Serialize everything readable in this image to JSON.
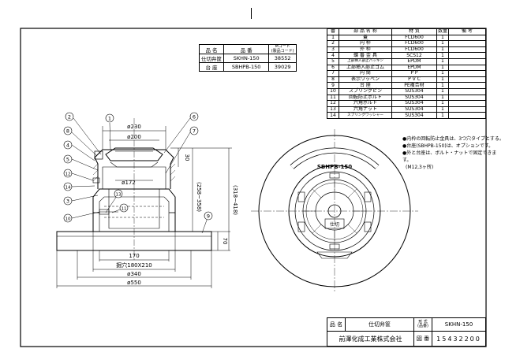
{
  "code_table": {
    "headers": [
      "品 名",
      "品 番",
      "Mコード\n(製品コード)"
    ],
    "header_main": "Mコード",
    "header_sub": "(製品コード)",
    "rows": [
      {
        "name": "仕切弁筐",
        "part": "SKHN-150",
        "code": "38552"
      },
      {
        "name": "台 座",
        "part": "SBHPB-150",
        "code": "39029"
      }
    ]
  },
  "parts_table": {
    "headers": [
      "番",
      "部 品 名 称",
      "材 質",
      "数量",
      "備 考"
    ],
    "rows": [
      {
        "no": "1",
        "name": "蓋",
        "material": "FCD600",
        "qty": "1",
        "note": ""
      },
      {
        "no": "2",
        "name": "内 枠",
        "material": "FCD600",
        "qty": "1",
        "note": ""
      },
      {
        "no": "3",
        "name": "外 枠",
        "material": "FCD600",
        "qty": "1",
        "note": ""
      },
      {
        "no": "4",
        "name": "蝶 番 金 具",
        "material": "SCS12",
        "qty": "1",
        "note": ""
      },
      {
        "no": "5",
        "name": "上部挿入部止パッキン",
        "material": "EPDM",
        "qty": "1",
        "note": ""
      },
      {
        "no": "6",
        "name": "上部挿入部止ゴム",
        "material": "EPDM",
        "qty": "1",
        "note": ""
      },
      {
        "no": "7",
        "name": "内 筒",
        "material": "P P",
        "qty": "1",
        "note": ""
      },
      {
        "no": "8",
        "name": "表示ワッペン",
        "material": "P V C",
        "qty": "1",
        "note": ""
      },
      {
        "no": "9",
        "name": "台 座",
        "material": "PE複合材",
        "qty": "1",
        "note": ""
      },
      {
        "no": "10",
        "name": "スプリングピン",
        "material": "SUS304",
        "qty": "1",
        "note": ""
      },
      {
        "no": "11",
        "name": "回転防止ボルト",
        "material": "SUS304",
        "qty": "1",
        "note": ""
      },
      {
        "no": "12",
        "name": "六角ボルト",
        "material": "SUS304",
        "qty": "1",
        "note": ""
      },
      {
        "no": "13",
        "name": "六角ナット",
        "material": "SUS304",
        "qty": "1",
        "note": ""
      },
      {
        "no": "14",
        "name": "スプリングワッシャー",
        "material": "SUS304",
        "qty": "1",
        "note": ""
      }
    ]
  },
  "notes": [
    "●内枠の回転防止金具は、3つ穴タイプとする。",
    "●台座(SBHPB-150)は、オプションです。",
    "●外と台座は、ボルト・ナットで固定できます。",
    "(M12,3ヶ所)"
  ],
  "dimensions": {
    "d230": "ø230",
    "d200": "ø200",
    "d172": "ø172",
    "h30": "30",
    "h258": "(258~358)",
    "h318": "(318~418)",
    "h70": "70",
    "w170": "170",
    "hole": "掘穴180X210",
    "d340": "ø340",
    "d550": "ø550"
  },
  "balloons": [
    "2",
    "8",
    "4",
    "5",
    "12",
    "14",
    "3",
    "10",
    "1",
    "6",
    "7",
    "13",
    "11",
    "9"
  ],
  "plan_view": {
    "lid_text": "SBHPB-150",
    "center_text": "仕切"
  },
  "title_block": {
    "product_label": "品 名",
    "product": "仕切弁筐",
    "model_label_main": "形 式",
    "model_label_sub": "(品番)",
    "model": "SKHN-150",
    "company": "前澤化成工業株式会社",
    "drawing_no_label": "図 番",
    "drawing_no": "15432200"
  }
}
